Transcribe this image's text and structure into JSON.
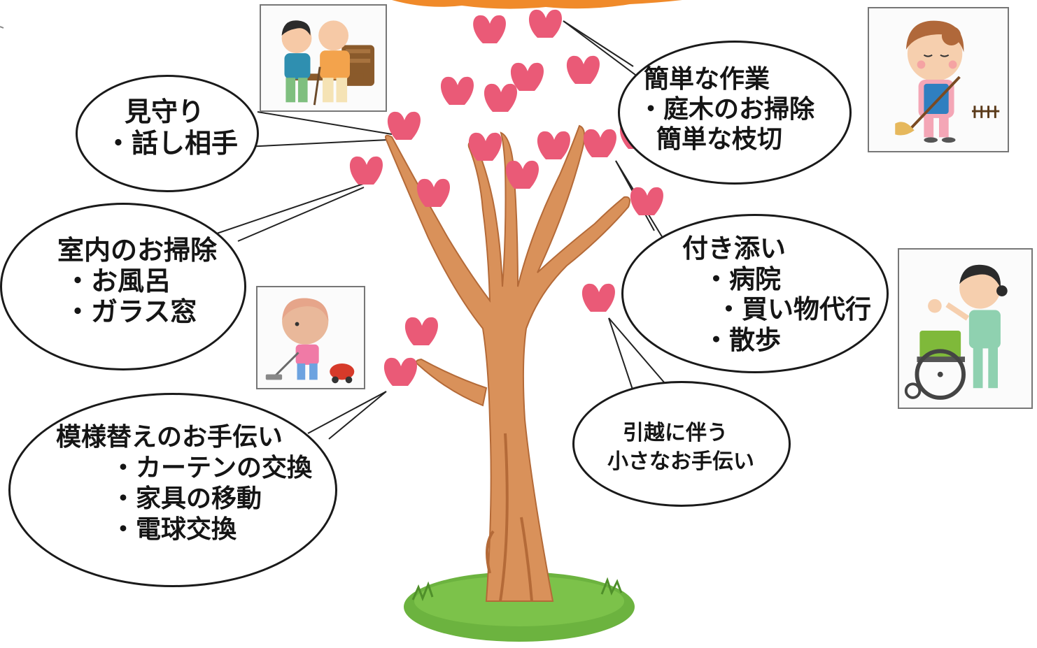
{
  "bubbles": {
    "watch": {
      "line1": "見守り",
      "line2": "・話し相手"
    },
    "garden": {
      "title": "簡単な作業",
      "item1": "・庭木のお掃除",
      "item2": "簡単な枝切"
    },
    "indoor": {
      "title": "室内のお掃除",
      "item1": "・お風呂",
      "item2": "・ガラス窓"
    },
    "escort": {
      "title": "付き添い",
      "item1": "・病院",
      "item2": "・買い物代行",
      "item3": "・散歩"
    },
    "moving": {
      "line1": "引越に伴う",
      "line2": "小さなお手伝い"
    },
    "rearrange": {
      "title": "模様替えのお手伝い",
      "item1": "・カーテンの交換",
      "item2": "・家具の移動",
      "item3": "・電球交換"
    }
  },
  "illustrations": [
    {
      "subject": "elderly-couple-on-bench"
    },
    {
      "subject": "woman-sweeping-with-broom"
    },
    {
      "subject": "woman-vacuum-cleaning"
    },
    {
      "subject": "caregiver-with-wheelchair"
    }
  ],
  "colors": {
    "trunk": "#d9915a",
    "trunk_shade": "#b46a38",
    "hearts": "#ea5a77",
    "grass": "#6cb33f",
    "title_banner": "#f08a2a"
  }
}
